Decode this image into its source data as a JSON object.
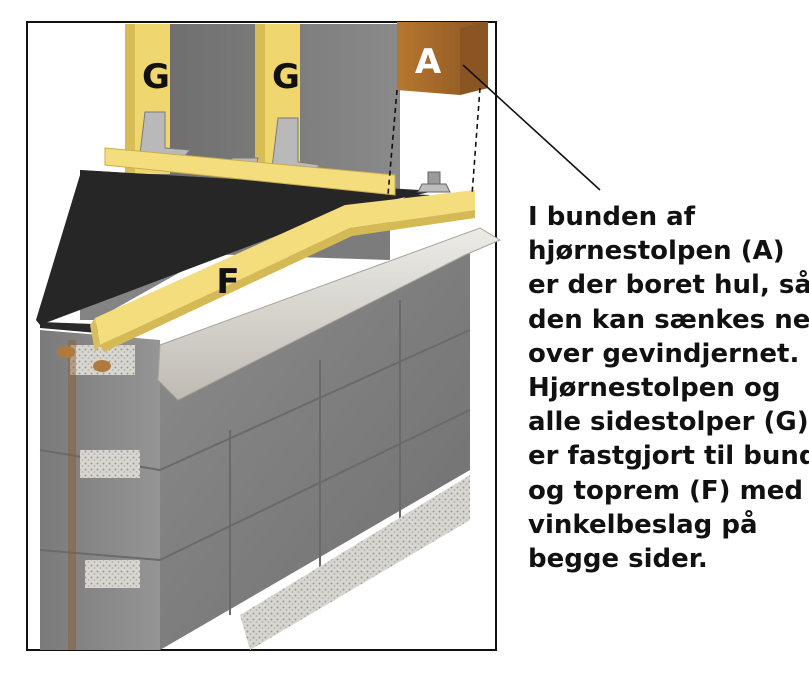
{
  "labels": {
    "a": "A",
    "g1": "G",
    "g2": "G",
    "f": "F"
  },
  "caption_lines": [
    "I bunden af",
    "hjørnestolpen (A)",
    "er der boret hul, så",
    "den kan sænkes ned",
    "over gevindjernet.",
    "Hjørnestolpen og",
    "alle sidestolper (G)",
    "er fastgjort til bund",
    "og toprem (F) med",
    "vinkelbeslag på",
    "begge sider."
  ],
  "colors": {
    "block": "#8e8e8e",
    "timber": "#f2dc7a",
    "corner_post": "#a0662c",
    "membrane": "#2a2a2a",
    "flashing": "#d9d6d0"
  }
}
